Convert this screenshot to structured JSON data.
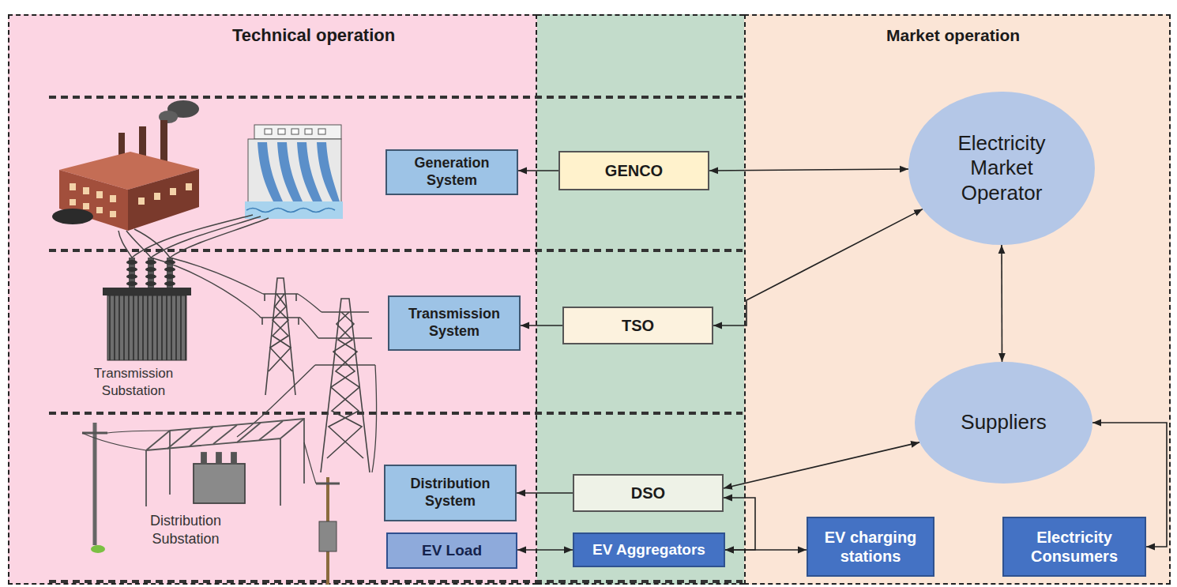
{
  "diagram": {
    "nodes": [
      {
        "text": [
          "Technical operation"
        ]
      },
      {
        "text": [
          "Generation System"
        ],
        "in": 0
      },
      {
        "text": [
          "Transmission System"
        ],
        "in": 0
      },
      {
        "text": [
          "Distribution System"
        ],
        "in": 0
      },
      {
        "text": [
          "EV Load"
        ],
        "in": 0
      },
      {
        "text": [
          "GENCO"
        ]
      },
      {
        "text": [
          "TSO"
        ]
      },
      {
        "text": [
          "DSO"
        ]
      },
      {
        "text": [
          "EV Aggregators"
        ]
      },
      {
        "text": [
          "Market operation"
        ]
      },
      {
        "text": [
          "Electricity Market Operator"
        ],
        "in": 9
      },
      {
        "text": [
          "Suppliers"
        ],
        "in": 9
      },
      {
        "text": [
          "EV charging stations"
        ],
        "in": 9
      },
      {
        "text": [
          "Electricity Consumers"
        ],
        "in": 9
      }
    ],
    "edges": [
      {
        "from": 5,
        "to": 1,
        "arrow": "to"
      },
      {
        "from": 5,
        "to": 10,
        "arrow": "both"
      },
      {
        "from": 6,
        "to": 2,
        "arrow": "to"
      },
      {
        "from": 6,
        "to": 10,
        "arrow": "both"
      },
      {
        "from": 10,
        "to": 11,
        "arrow": "both"
      },
      {
        "from": 7,
        "to": 3,
        "arrow": "to"
      },
      {
        "from": 7,
        "to": 11,
        "arrow": "both"
      },
      {
        "from": 7,
        "to": 8,
        "arrow": "both"
      },
      {
        "from": 8,
        "to": 4,
        "arrow": "both"
      },
      {
        "from": 8,
        "to": 12,
        "arrow": "both"
      },
      {
        "from": 11,
        "to": 13,
        "arrow": "both"
      }
    ],
    "labels": [
      "Transmission Substation",
      "Distribution Substation"
    ]
  }
}
